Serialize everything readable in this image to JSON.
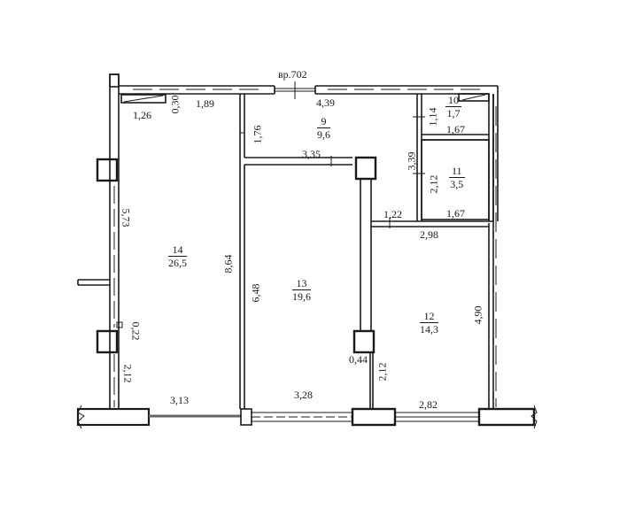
{
  "plan": {
    "opening_label": "вр.702",
    "rooms": [
      {
        "number": "9",
        "area": "9,6"
      },
      {
        "number": "10",
        "area": "1,7"
      },
      {
        "number": "11",
        "area": "3,5"
      },
      {
        "number": "12",
        "area": "14,3"
      },
      {
        "number": "13",
        "area": "19,6"
      },
      {
        "number": "14",
        "area": "26,5"
      }
    ],
    "dimensions": {
      "d_126": "1,26",
      "d_030": "0,30",
      "d_189": "1,89",
      "d_439": "4,39",
      "d_176": "1,76",
      "d_335": "3,35",
      "d_114": "1,14",
      "d_167a": "1,67",
      "d_339": "3,39",
      "d_212a": "2,12",
      "d_167b": "1,67",
      "d_122": "1,22",
      "d_298": "2,98",
      "d_573": "5,73",
      "d_864": "8,64",
      "d_648": "6,48",
      "d_022": "0,22",
      "d_212b": "2,12",
      "d_313": "3,13",
      "d_328": "3,28",
      "d_044": "0,44",
      "d_212c": "2,12",
      "d_490": "4,90",
      "d_282": "2,82"
    },
    "colors": {
      "wall": "#1a1a1a",
      "background": "#ffffff"
    }
  }
}
